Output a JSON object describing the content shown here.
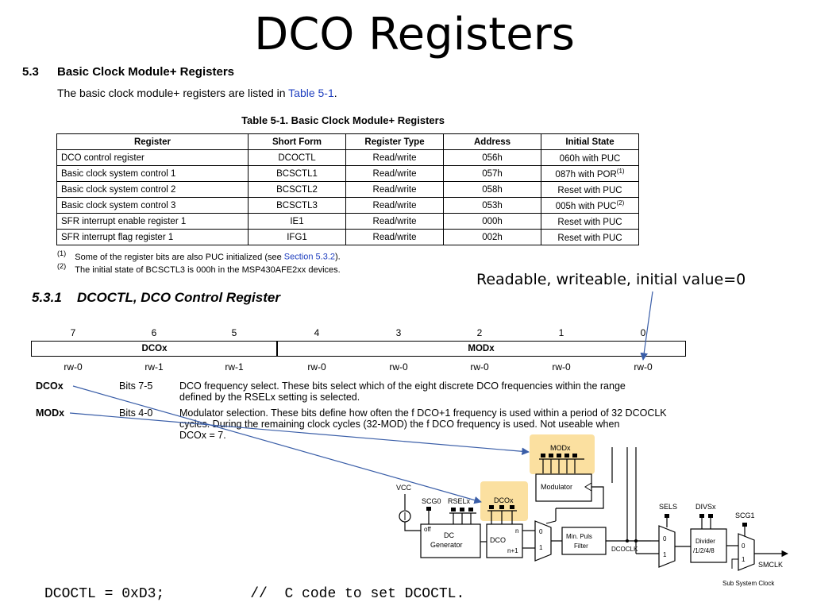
{
  "title": "DCO Registers",
  "section": {
    "number": "5.3",
    "title": "Basic Clock Module+ Registers",
    "intro_prefix": "The basic clock module+ registers are listed in ",
    "intro_link": "Table 5-1",
    "intro_suffix": "."
  },
  "table": {
    "caption": "Table 5-1. Basic Clock Module+ Registers",
    "headers": [
      "Register",
      "Short Form",
      "Register Type",
      "Address",
      "Initial State"
    ],
    "rows": [
      [
        "DCO control register",
        "DCOCTL",
        "Read/write",
        "056h",
        "060h with PUC",
        ""
      ],
      [
        "Basic clock system control 1",
        "BCSCTL1",
        "Read/write",
        "057h",
        "087h with POR",
        "(1)"
      ],
      [
        "Basic clock system control 2",
        "BCSCTL2",
        "Read/write",
        "058h",
        "Reset with PUC",
        ""
      ],
      [
        "Basic clock system control 3",
        "BCSCTL3",
        "Read/write",
        "053h",
        "005h with PUC",
        "(2)"
      ],
      [
        "SFR interrupt enable register 1",
        "IE1",
        "Read/write",
        "000h",
        "Reset with PUC",
        ""
      ],
      [
        "SFR interrupt flag register 1",
        "IFG1",
        "Read/write",
        "002h",
        "Reset with PUC",
        ""
      ]
    ]
  },
  "footnotes": {
    "n1_mark": "(1)",
    "n1_prefix": "Some of the register bits are also PUC initialized (see ",
    "n1_link": "Section 5.3.2",
    "n1_suffix": ").",
    "n2_mark": "(2)",
    "n2_text": "The initial state of BCSCTL3 is 000h in the MSP430AFE2xx devices."
  },
  "annotation": "Readable, writeable, initial value=0",
  "subsection": {
    "number": "5.3.1",
    "title": "DCOCTL, DCO Control Register"
  },
  "register": {
    "bit_numbers": [
      "7",
      "6",
      "5",
      "4",
      "3",
      "2",
      "1",
      "0"
    ],
    "fields": [
      "DCOx",
      "MODx"
    ],
    "access": [
      "rw-0",
      "rw-1",
      "rw-1",
      "rw-0",
      "rw-0",
      "rw-0",
      "rw-0",
      "rw-0"
    ]
  },
  "descriptions": [
    {
      "name": "DCOx",
      "bits": "Bits 7-5",
      "line1": "DCO frequency select. These bits select which of the eight discrete DCO frequencies within the range",
      "line2": "defined by the RSELx setting is selected.",
      "line3": ""
    },
    {
      "name": "MODx",
      "bits": "Bits 4-0",
      "line1": "Modulator selection. These bits define how often the f DCO+1 frequency is used within a period of 32 DCOCLK",
      "line2": "cycles. During the remaining clock cycles (32-MOD) the f DCO frequency is used. Not useable when",
      "line3": "DCOx = 7."
    }
  ],
  "diagram": {
    "labels": {
      "modx": "MODx",
      "dcox": "DCOx",
      "vcc": "VCC",
      "scg0": "SCG0",
      "rselx": "RSELx",
      "modulator": "Modulator",
      "off": "off",
      "dc": "DC",
      "generator": "Generator",
      "dco": "DCO",
      "n": "n",
      "n1": "n+1",
      "zero": "0",
      "one": "1",
      "minpuls1": "Min. Puls",
      "minpuls2": "Filter",
      "dcoclk": "DCOCLK",
      "sels": "SELS",
      "divsx": "DIVSx",
      "scg1": "SCG1",
      "divider": "Divider",
      "divvals": "/1/2/4/8",
      "smclk": "SMCLK",
      "subsys": "Sub System Clock"
    },
    "colors": {
      "highlight": "#fbe0a0",
      "arrow": "#3a5ea8"
    }
  },
  "code": {
    "line": "DCOCTL = 0xD3;          //  C code to set DCOCTL."
  }
}
